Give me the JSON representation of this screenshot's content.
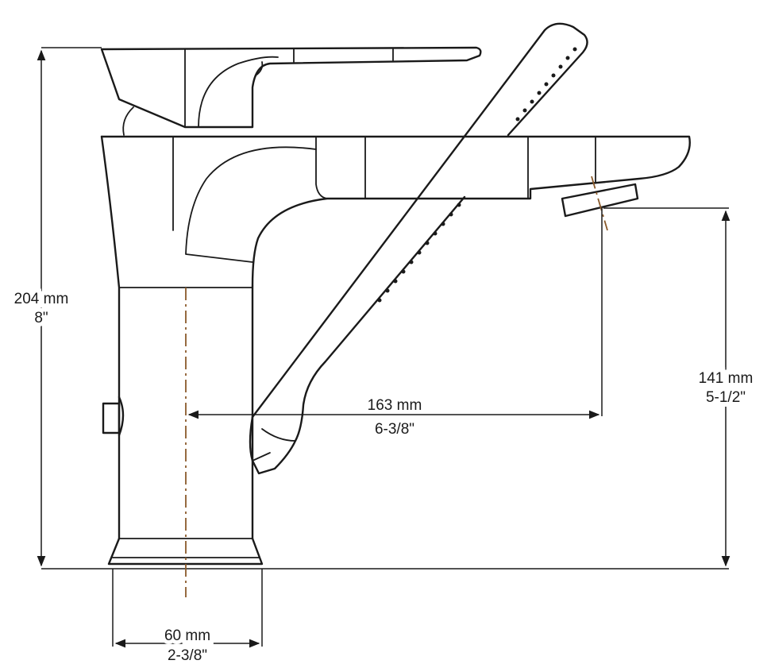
{
  "dimensions": {
    "overall_height": {
      "metric": "204 mm",
      "imperial": "8\""
    },
    "spout_height": {
      "metric": "141 mm",
      "imperial": "5-1/2\""
    },
    "spout_reach": {
      "metric": "163 mm",
      "imperial": "6-3/8\""
    },
    "base_diameter": {
      "metric": "60 mm",
      "imperial": "2-3/8\""
    }
  },
  "colors": {
    "line": "#1a1a1a",
    "centerline": "#8a5a2b",
    "background": "#ffffff"
  }
}
